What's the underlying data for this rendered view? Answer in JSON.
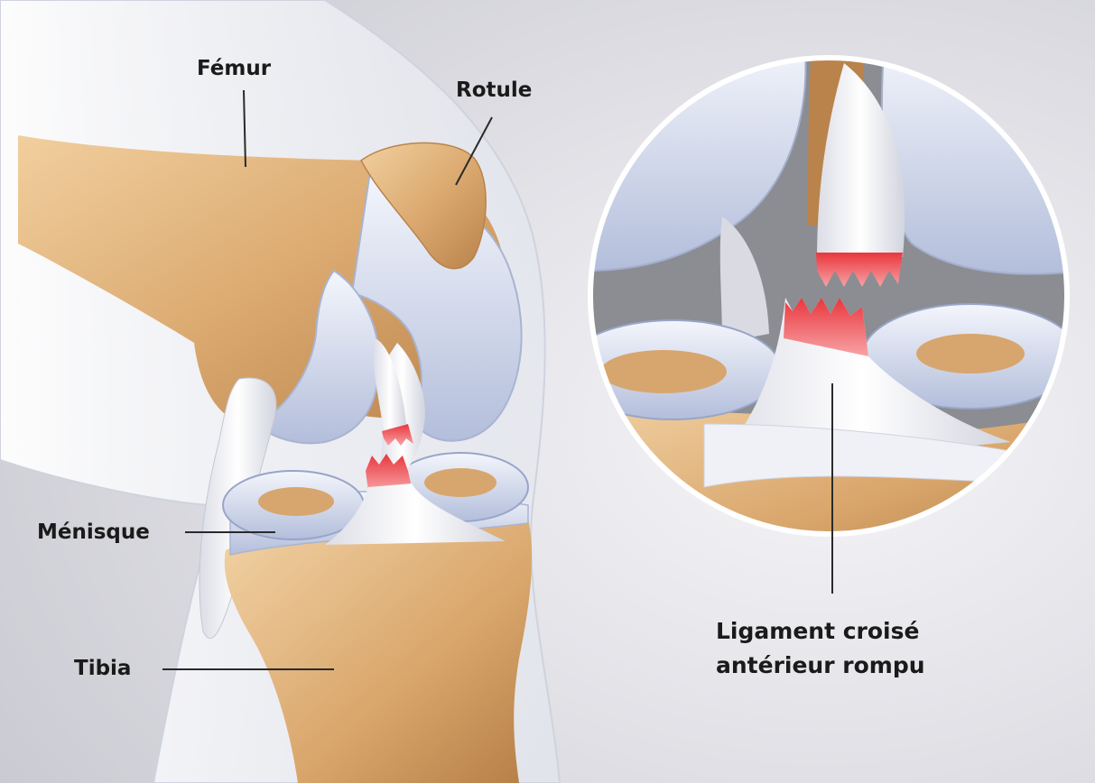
{
  "labels": {
    "femur": "Fémur",
    "rotule": "Rotule",
    "menisque": "Ménisque",
    "tibia": "Tibia",
    "acl_line1": "Ligament croisé",
    "acl_line2": "antérieur rompu"
  },
  "colors": {
    "background": "#e7e7ec",
    "bone": "#d9a66c",
    "bone_light": "#f1cf9e",
    "bone_dark": "#b9834b",
    "cartilage": "#dfe6f6",
    "cartilage_shade": "#aeb9d8",
    "ligament": "#f5f5f8",
    "tear": "#e9363c",
    "label_text": "#1a1a1a",
    "leader_line": "#2a2a2a"
  }
}
